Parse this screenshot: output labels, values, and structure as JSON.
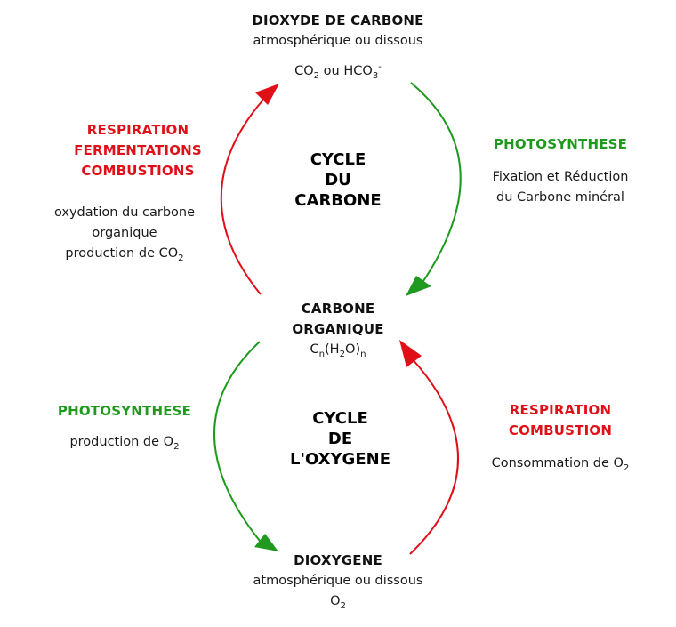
{
  "colors": {
    "red": "#e01018",
    "green": "#1f9a1f",
    "text": "#1a1a1a"
  },
  "carbon_cycle": {
    "title_lines": [
      "CYCLE",
      "DU",
      "CARBONE"
    ],
    "top_node": {
      "title": "DIOXYDE DE CARBONE",
      "subtitle": "atmosphérique ou dissous",
      "formula_a": "CO",
      "formula_a_sub": "2",
      "formula_join": " ou HCO",
      "formula_b_sub": "3",
      "formula_b_sup": "-"
    },
    "left_process": {
      "labels": [
        "RESPIRATION",
        "FERMENTATIONS",
        "COMBUSTIONS"
      ],
      "desc_lines": [
        "oxydation du carbone",
        "organique"
      ],
      "desc_last": "production de CO",
      "desc_last_sub": "2",
      "arrow_color": "red",
      "arrow_direction": "up"
    },
    "right_process": {
      "label": "PHOTOSYNTHESE",
      "desc_lines": [
        "Fixation et Réduction",
        "du Carbone minéral"
      ],
      "arrow_color": "green",
      "arrow_direction": "down"
    }
  },
  "middle_node": {
    "title_lines": [
      "CARBONE",
      "ORGANIQUE"
    ],
    "formula_c": "C",
    "formula_n1": "n",
    "formula_h": "(H",
    "formula_2": "2",
    "formula_o": "O)",
    "formula_n2": "n"
  },
  "oxygen_cycle": {
    "title_lines": [
      "CYCLE",
      "DE",
      "L'OXYGENE"
    ],
    "left_process": {
      "label": "PHOTOSYNTHESE",
      "desc": "production de O",
      "desc_sub": "2",
      "arrow_color": "green",
      "arrow_direction": "down"
    },
    "right_process": {
      "labels": [
        "RESPIRATION",
        "COMBUSTION"
      ],
      "desc": "Consommation de O",
      "desc_sub": "2",
      "arrow_color": "red",
      "arrow_direction": "up"
    },
    "bottom_node": {
      "title": "DIOXYGENE",
      "subtitle": "atmosphérique ou dissous",
      "formula": "O",
      "formula_sub": "2"
    }
  }
}
